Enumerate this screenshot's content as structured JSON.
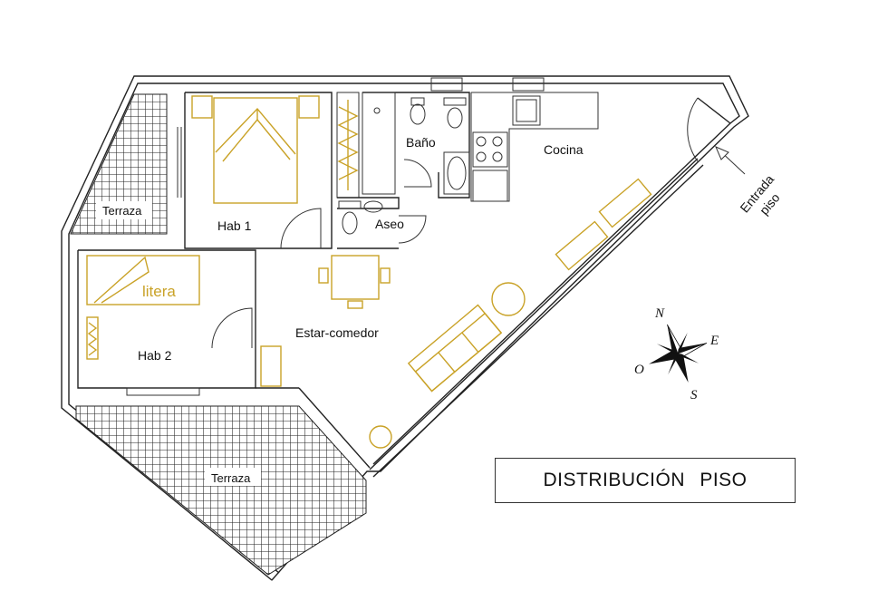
{
  "plan": {
    "title": "DISTRIBUCIÓN  PISO",
    "rooms": {
      "terraza_top": "Terraza",
      "hab1": "Hab 1",
      "bano": "Baño",
      "cocina": "Cocina",
      "aseo": "Aseo",
      "hab2": "Hab 2",
      "litera": "litera",
      "estar": "Estar-comedor",
      "terraza_bottom": "Terraza"
    },
    "entrance": {
      "line1": "Entrada",
      "line2": "piso"
    },
    "compass": {
      "n": "N",
      "e": "E",
      "s": "S",
      "o": "O"
    },
    "colors": {
      "furniture": "#c9a227",
      "walls": "#222222"
    }
  }
}
